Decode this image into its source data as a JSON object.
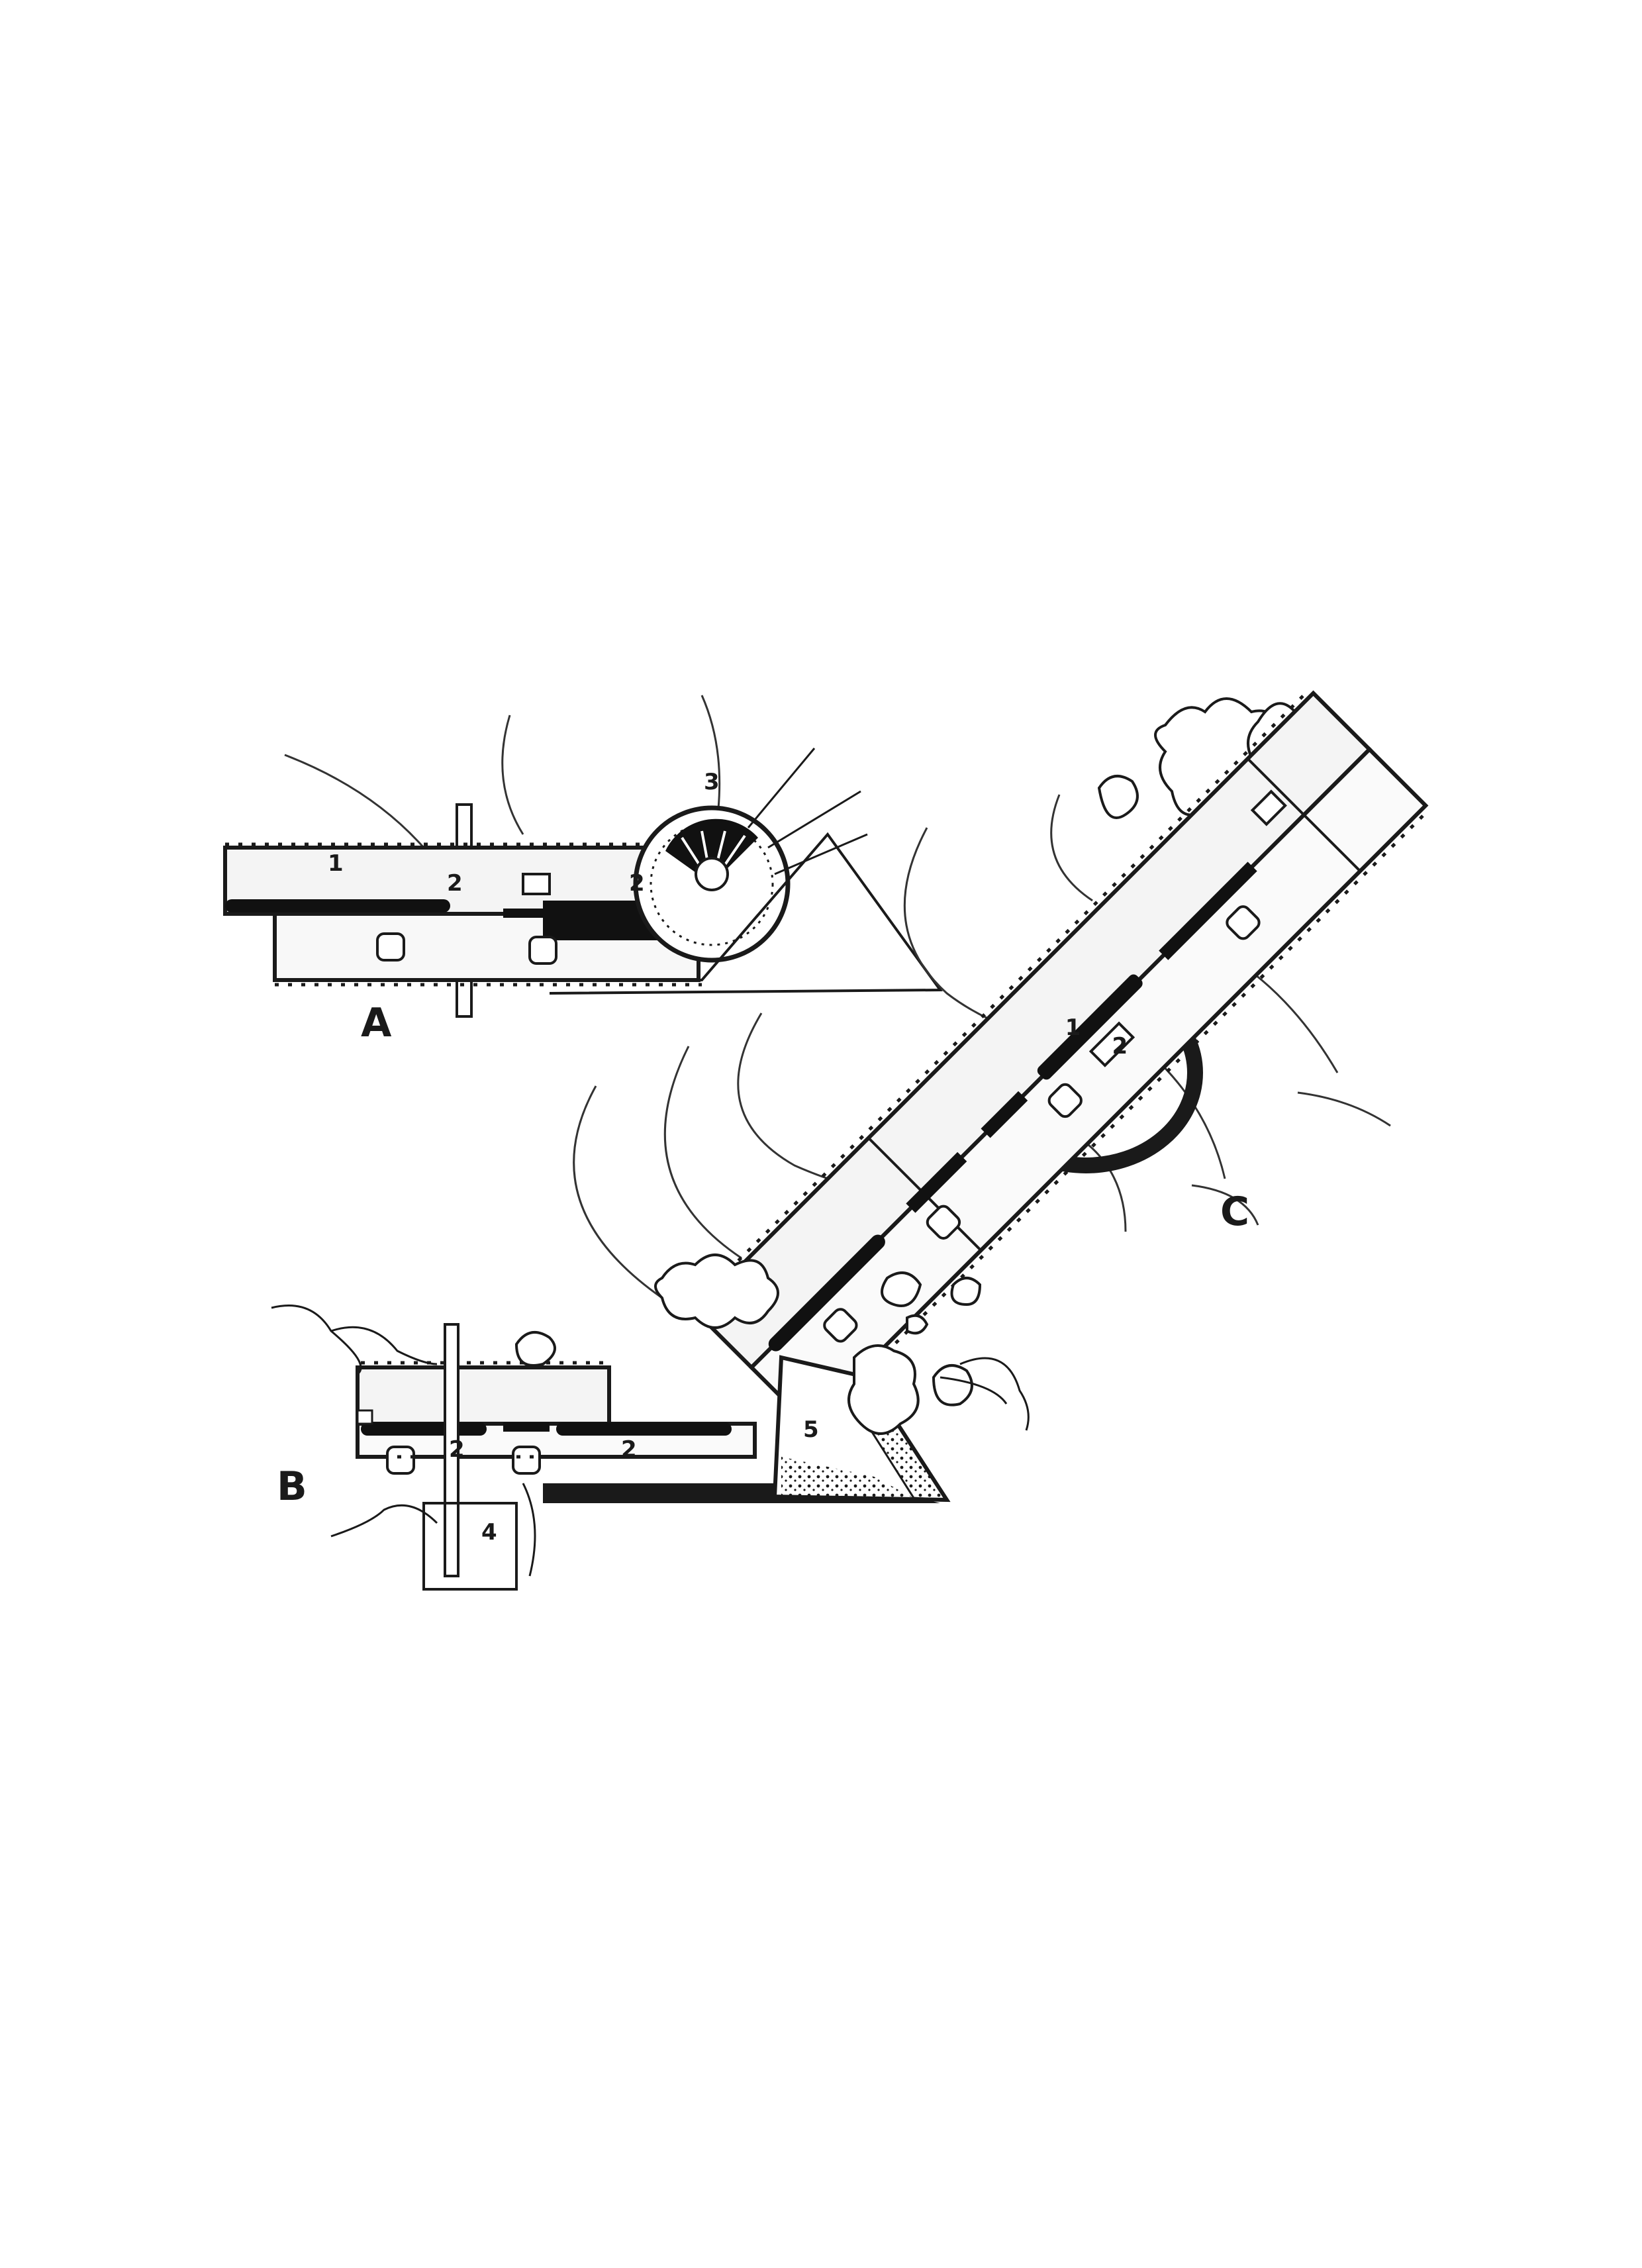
{
  "figure": {
    "plan_labels": {
      "A": "A",
      "B": "B",
      "C": "C"
    },
    "callouts": {
      "a_1": "1",
      "a_2_left": "2",
      "a_2_right": "2",
      "a_3": "3",
      "b_2_left": "2",
      "b_2_right": "2",
      "b_4": "4",
      "b_5": "5",
      "c_1": "1",
      "c_2": "2"
    }
  },
  "colors": {
    "ink": "#1a1a1a",
    "paper": "#ffffff",
    "stone_fill": "#f4f4f4",
    "dark_band": "#111111"
  }
}
